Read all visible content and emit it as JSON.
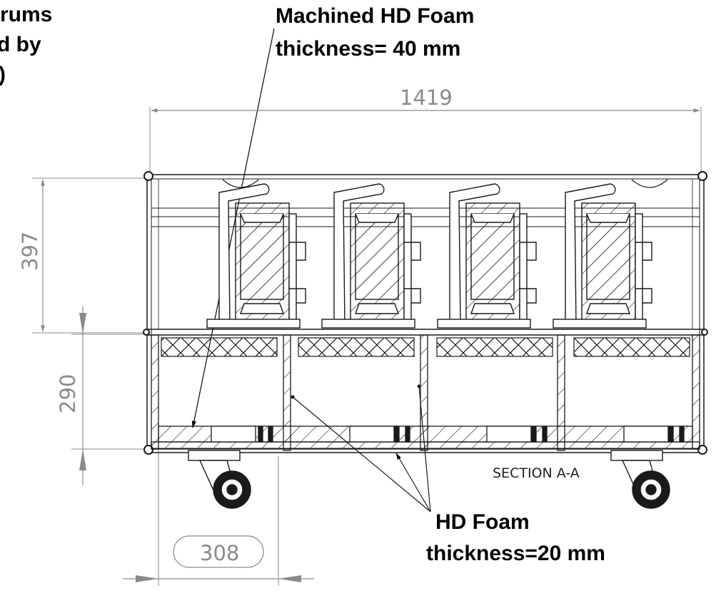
{
  "labels": {
    "drums_partial": [
      "rums",
      "d by",
      ")"
    ],
    "machined_foam": [
      "Machined HD Foam",
      "thickness= 40 mm"
    ],
    "hd_foam": [
      "HD Foam",
      "thickness=20 mm"
    ],
    "section": "SECTION A-A"
  },
  "dimensions": {
    "overall_width": "1419",
    "upper_height": "397",
    "lower_height": "290",
    "wheel_offset": "308"
  },
  "colors": {
    "line": "#1a1a1a",
    "dimension": "#8a8a8a",
    "text": "#000000"
  }
}
